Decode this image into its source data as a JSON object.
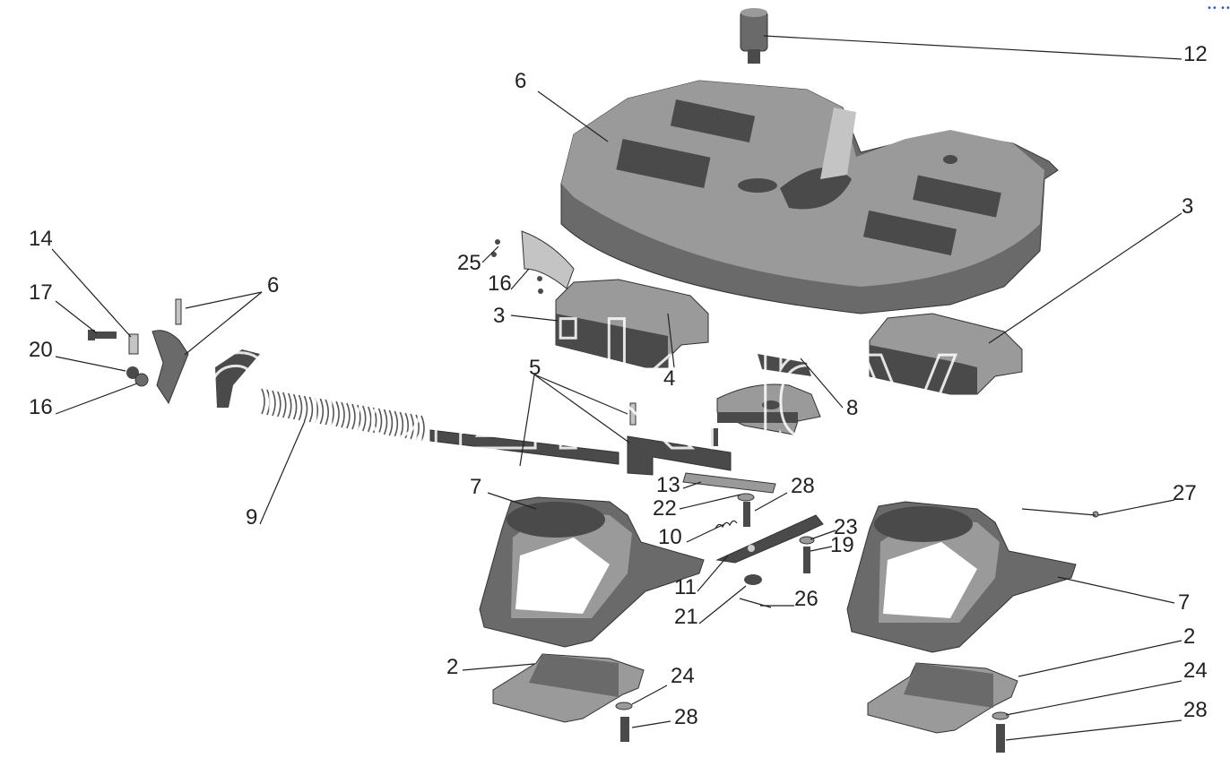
{
  "watermark": "mazik.by",
  "callouts": [
    {
      "id": "c12",
      "text": "12"
    },
    {
      "id": "c6a",
      "text": "6"
    },
    {
      "id": "c3a",
      "text": "3"
    },
    {
      "id": "c14",
      "text": "14"
    },
    {
      "id": "c17",
      "text": "17"
    },
    {
      "id": "c6b",
      "text": "6"
    },
    {
      "id": "c20",
      "text": "20"
    },
    {
      "id": "c16a",
      "text": "16"
    },
    {
      "id": "c25",
      "text": "25"
    },
    {
      "id": "c16b",
      "text": "16"
    },
    {
      "id": "c3b",
      "text": "3"
    },
    {
      "id": "c5",
      "text": "5"
    },
    {
      "id": "c4",
      "text": "4"
    },
    {
      "id": "c8",
      "text": "8"
    },
    {
      "id": "c9",
      "text": "9"
    },
    {
      "id": "c7a",
      "text": "7"
    },
    {
      "id": "c13",
      "text": "13"
    },
    {
      "id": "c28a",
      "text": "28"
    },
    {
      "id": "c22",
      "text": "22"
    },
    {
      "id": "c10",
      "text": "10"
    },
    {
      "id": "c23",
      "text": "23"
    },
    {
      "id": "c19",
      "text": "19"
    },
    {
      "id": "c27",
      "text": "27"
    },
    {
      "id": "c11",
      "text": "11"
    },
    {
      "id": "c26",
      "text": "26"
    },
    {
      "id": "c21",
      "text": "21"
    },
    {
      "id": "c7b",
      "text": "7"
    },
    {
      "id": "c2a",
      "text": "2"
    },
    {
      "id": "c24a",
      "text": "24"
    },
    {
      "id": "c28b",
      "text": "28"
    },
    {
      "id": "c2b",
      "text": "2"
    },
    {
      "id": "c24b",
      "text": "24"
    },
    {
      "id": "c28c",
      "text": "28"
    }
  ]
}
